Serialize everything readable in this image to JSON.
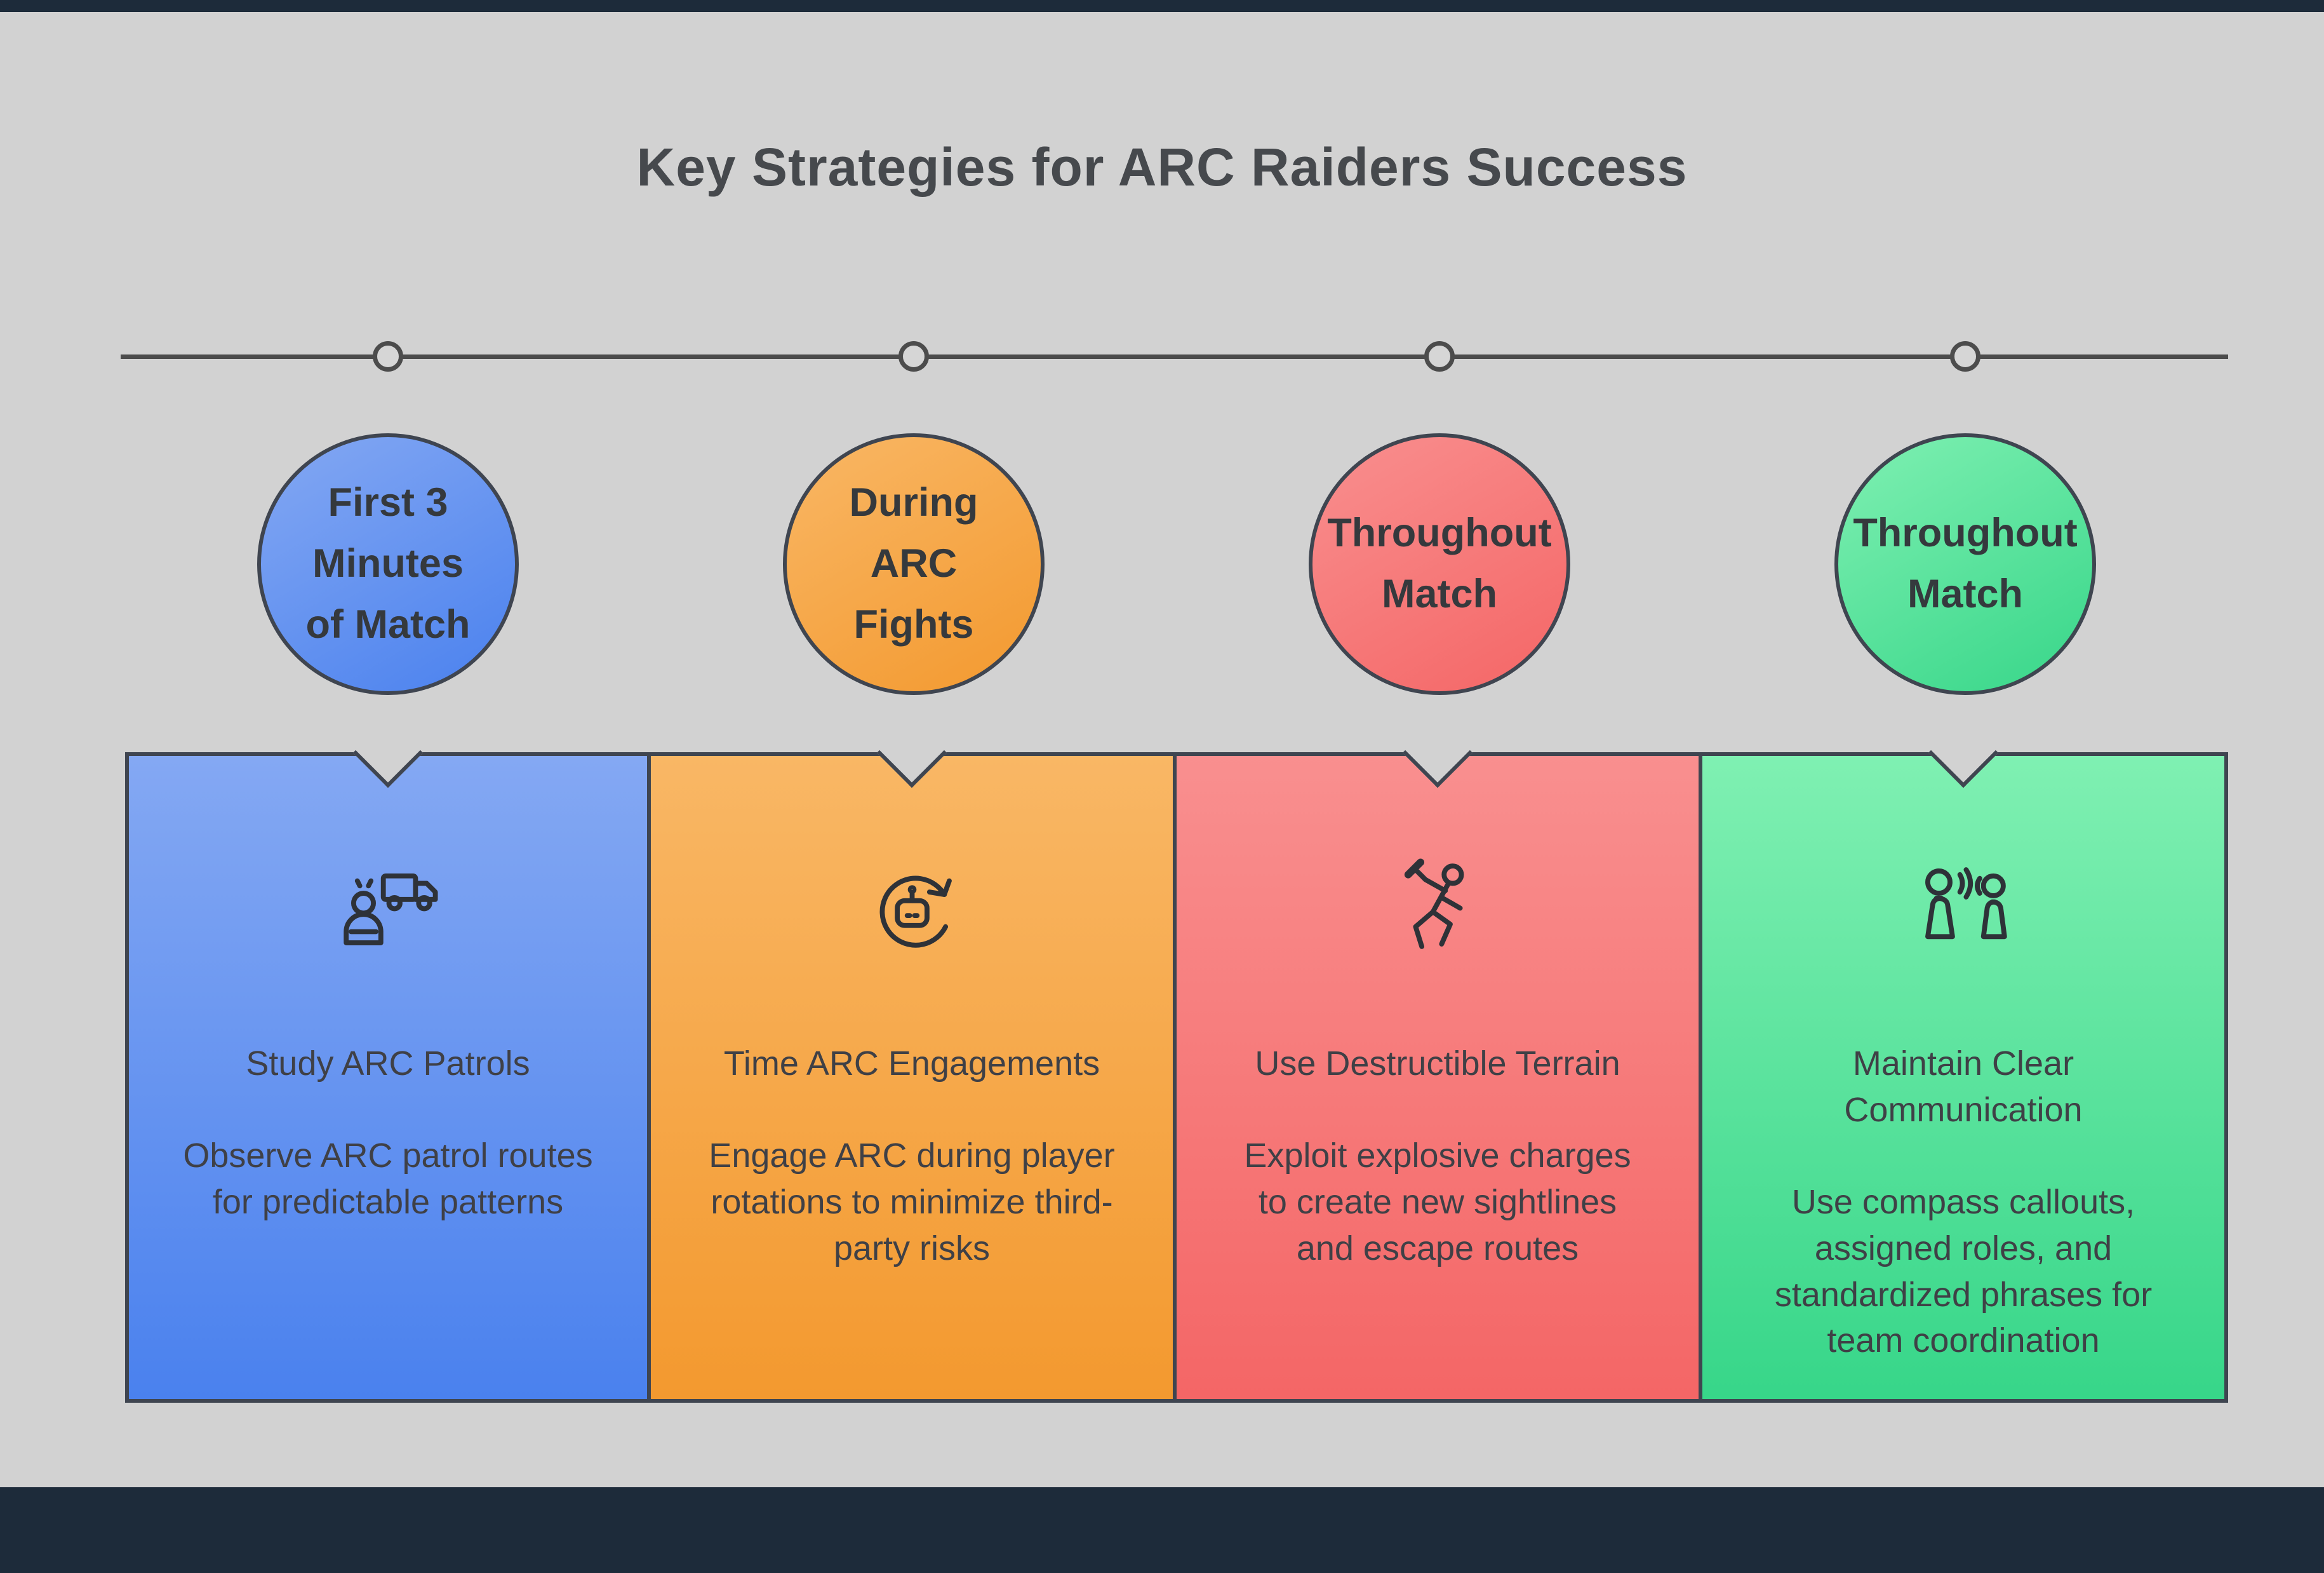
{
  "title": "Key Strategies for ARC Raiders Success",
  "theme": {
    "background": "#d2d2d2",
    "footer_bar": "#1d2b3a",
    "outline": "#3f4550",
    "timeline_line": "#4c4c4c",
    "title_text": "#46494d",
    "body_text": "#3f4046"
  },
  "steps": [
    {
      "phase": "First 3\nMinutes\nof Match",
      "icon": "scout-and-truck-icon",
      "heading": "Study ARC Patrols",
      "description": "Observe ARC patrol routes for predictable patterns",
      "colors": {
        "top": "#84a8f3",
        "bottom": "#4a81ee"
      }
    },
    {
      "phase": "During\nARC\nFights",
      "icon": "robot-rotation-icon",
      "heading": "Time ARC Engagements",
      "description": "Engage ARC during player rotations to minimize third-party risks",
      "colors": {
        "top": "#f9b765",
        "bottom": "#f3992f"
      }
    },
    {
      "phase": "Throughout\nMatch",
      "icon": "throwing-charge-icon",
      "heading": "Use Destructible Terrain",
      "description": "Exploit explosive charges to create new sightlines and escape routes",
      "colors": {
        "top": "#f98f8f",
        "bottom": "#f46666"
      }
    },
    {
      "phase": "Throughout\nMatch",
      "icon": "team-communication-icon",
      "heading": "Maintain Clear Communication",
      "description": "Use compass callouts, assigned roles, and standardized phrases for team coordination",
      "colors": {
        "top": "#7ff0b2",
        "bottom": "#37d689"
      }
    }
  ]
}
